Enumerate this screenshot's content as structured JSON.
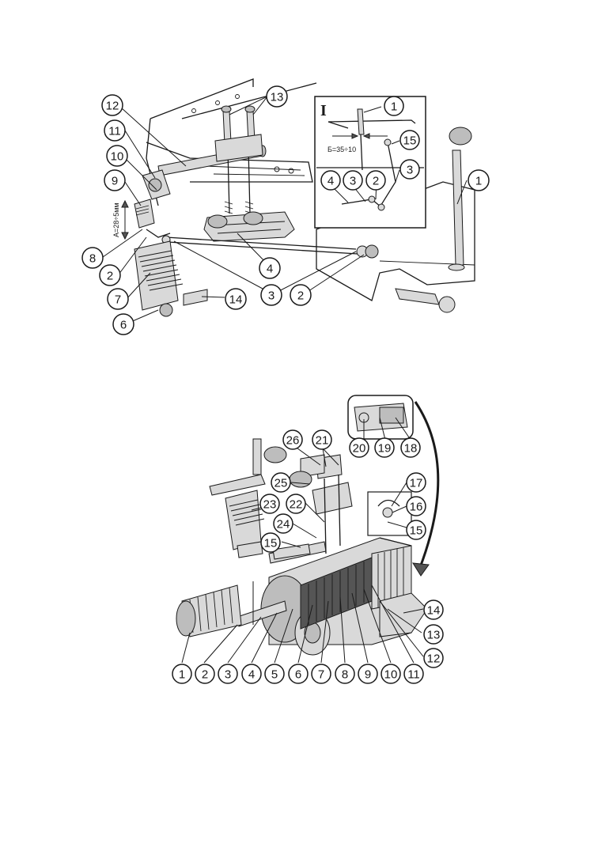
{
  "figure1": {
    "inset_label": "I",
    "dim_b": "Б=35÷10",
    "dim_a": "А=28÷5мм",
    "callouts": [
      {
        "key": "c1-12",
        "label": "12"
      },
      {
        "key": "c1-13",
        "label": "13"
      },
      {
        "key": "c1-11",
        "label": "11"
      },
      {
        "key": "c1-10",
        "label": "10"
      },
      {
        "key": "c1-9",
        "label": "9"
      },
      {
        "key": "c1-8",
        "label": "8"
      },
      {
        "key": "c1-2a",
        "label": "2"
      },
      {
        "key": "c1-7",
        "label": "7"
      },
      {
        "key": "c1-6",
        "label": "6"
      },
      {
        "key": "c1-14",
        "label": "14"
      },
      {
        "key": "c1-3",
        "label": "3"
      },
      {
        "key": "c1-2b",
        "label": "2"
      },
      {
        "key": "c1-4",
        "label": "4"
      },
      {
        "key": "c1-1",
        "label": "1"
      },
      {
        "key": "c1-i1",
        "label": "1"
      },
      {
        "key": "c1-i15",
        "label": "15"
      },
      {
        "key": "c1-i3a",
        "label": "3"
      },
      {
        "key": "c1-i2",
        "label": "2"
      },
      {
        "key": "c1-i4",
        "label": "4"
      },
      {
        "key": "c1-i3b",
        "label": "3"
      }
    ]
  },
  "figure2": {
    "callouts": [
      {
        "key": "c2-26",
        "label": "26"
      },
      {
        "key": "c2-21",
        "label": "21"
      },
      {
        "key": "c2-25",
        "label": "25"
      },
      {
        "key": "c2-23",
        "label": "23"
      },
      {
        "key": "c2-22",
        "label": "22"
      },
      {
        "key": "c2-24",
        "label": "24"
      },
      {
        "key": "c2-15a",
        "label": "15"
      },
      {
        "key": "c2-20",
        "label": "20"
      },
      {
        "key": "c2-19",
        "label": "19"
      },
      {
        "key": "c2-18",
        "label": "18"
      },
      {
        "key": "c2-17",
        "label": "17"
      },
      {
        "key": "c2-16",
        "label": "16"
      },
      {
        "key": "c2-15b",
        "label": "15"
      },
      {
        "key": "c2-14",
        "label": "14"
      },
      {
        "key": "c2-13",
        "label": "13"
      },
      {
        "key": "c2-12",
        "label": "12"
      },
      {
        "key": "c2-1",
        "label": "1"
      },
      {
        "key": "c2-2",
        "label": "2"
      },
      {
        "key": "c2-3",
        "label": "3"
      },
      {
        "key": "c2-4",
        "label": "4"
      },
      {
        "key": "c2-5",
        "label": "5"
      },
      {
        "key": "c2-6",
        "label": "6"
      },
      {
        "key": "c2-7",
        "label": "7"
      },
      {
        "key": "c2-8",
        "label": "8"
      },
      {
        "key": "c2-9",
        "label": "9"
      },
      {
        "key": "c2-10",
        "label": "10"
      },
      {
        "key": "c2-11",
        "label": "11"
      }
    ]
  }
}
